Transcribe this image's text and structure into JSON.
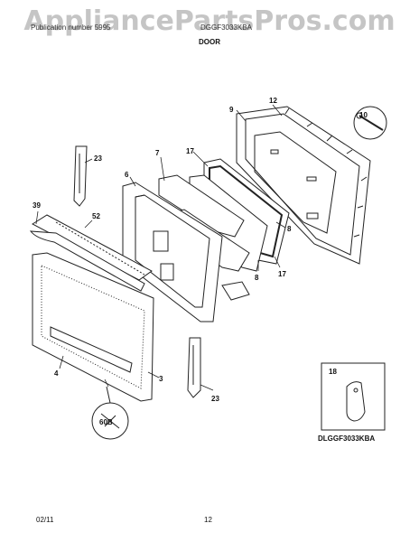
{
  "watermark": "AppliancePartsPros.com",
  "header": {
    "publication": "Publication number 5995",
    "model": "DGGF3033KBA",
    "section_title": "DOOR"
  },
  "callouts": [
    "12",
    "9",
    "10",
    "17",
    "7",
    "23",
    "6",
    "8",
    "39",
    "52",
    "8",
    "17",
    "3",
    "4",
    "23",
    "60B",
    "18"
  ],
  "inset_model": "DLGGF3033KBA",
  "footer": {
    "date": "02/11",
    "page": "12"
  }
}
